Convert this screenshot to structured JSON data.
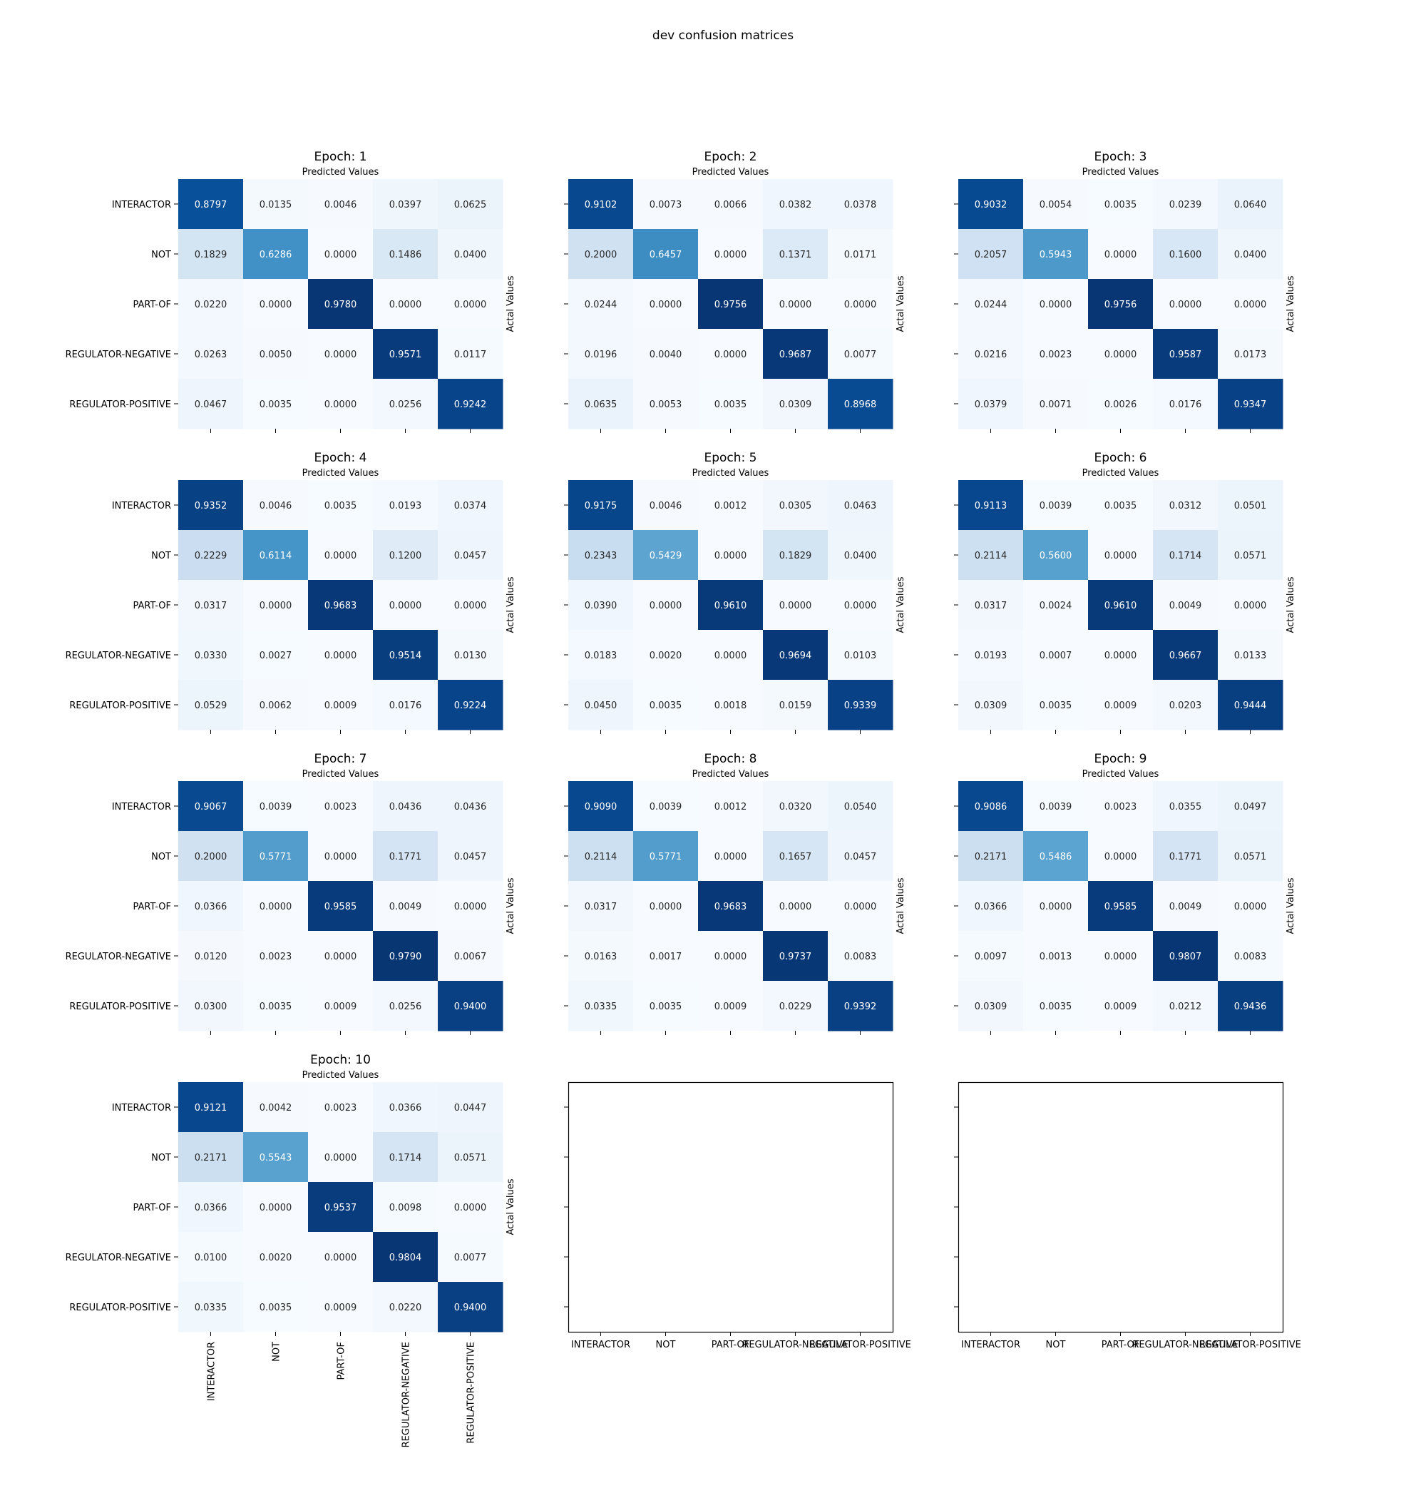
{
  "figure": {
    "title": "dev confusion matrices"
  },
  "chart_data": {
    "type": "heatmap",
    "subplot_title_prefix": "Epoch: ",
    "xlabel": "Predicted Values",
    "ylabel": "Actal Values",
    "labels": [
      "INTERACTOR",
      "NOT",
      "PART-OF",
      "REGULATOR-NEGATIVE",
      "REGULATOR-POSITIVE"
    ],
    "colormap": "Blues",
    "vmin": 0,
    "vmax": 1,
    "colors": {
      "low": "#f7fbff",
      "high": "#08306b"
    },
    "grid": "4x3",
    "matrices": [
      {
        "epoch": 1,
        "values": [
          [
            0.8797,
            0.0135,
            0.0046,
            0.0397,
            0.0625
          ],
          [
            0.1829,
            0.6286,
            0.0,
            0.1486,
            0.04
          ],
          [
            0.022,
            0.0,
            0.978,
            0.0,
            0.0
          ],
          [
            0.0263,
            0.005,
            0.0,
            0.9571,
            0.0117
          ],
          [
            0.0467,
            0.0035,
            0.0,
            0.0256,
            0.9242
          ]
        ]
      },
      {
        "epoch": 2,
        "values": [
          [
            0.9102,
            0.0073,
            0.0066,
            0.0382,
            0.0378
          ],
          [
            0.2,
            0.6457,
            0.0,
            0.1371,
            0.0171
          ],
          [
            0.0244,
            0.0,
            0.9756,
            0.0,
            0.0
          ],
          [
            0.0196,
            0.004,
            0.0,
            0.9687,
            0.0077
          ],
          [
            0.0635,
            0.0053,
            0.0035,
            0.0309,
            0.8968
          ]
        ]
      },
      {
        "epoch": 3,
        "values": [
          [
            0.9032,
            0.0054,
            0.0035,
            0.0239,
            0.064
          ],
          [
            0.2057,
            0.5943,
            0.0,
            0.16,
            0.04
          ],
          [
            0.0244,
            0.0,
            0.9756,
            0.0,
            0.0
          ],
          [
            0.0216,
            0.0023,
            0.0,
            0.9587,
            0.0173
          ],
          [
            0.0379,
            0.0071,
            0.0026,
            0.0176,
            0.9347
          ]
        ]
      },
      {
        "epoch": 4,
        "values": [
          [
            0.9352,
            0.0046,
            0.0035,
            0.0193,
            0.0374
          ],
          [
            0.2229,
            0.6114,
            0.0,
            0.12,
            0.0457
          ],
          [
            0.0317,
            0.0,
            0.9683,
            0.0,
            0.0
          ],
          [
            0.033,
            0.0027,
            0.0,
            0.9514,
            0.013
          ],
          [
            0.0529,
            0.0062,
            0.0009,
            0.0176,
            0.9224
          ]
        ]
      },
      {
        "epoch": 5,
        "values": [
          [
            0.9175,
            0.0046,
            0.0012,
            0.0305,
            0.0463
          ],
          [
            0.2343,
            0.5429,
            0.0,
            0.1829,
            0.04
          ],
          [
            0.039,
            0.0,
            0.961,
            0.0,
            0.0
          ],
          [
            0.0183,
            0.002,
            0.0,
            0.9694,
            0.0103
          ],
          [
            0.045,
            0.0035,
            0.0018,
            0.0159,
            0.9339
          ]
        ]
      },
      {
        "epoch": 6,
        "values": [
          [
            0.9113,
            0.0039,
            0.0035,
            0.0312,
            0.0501
          ],
          [
            0.2114,
            0.56,
            0.0,
            0.1714,
            0.0571
          ],
          [
            0.0317,
            0.0024,
            0.961,
            0.0049,
            0.0
          ],
          [
            0.0193,
            0.0007,
            0.0,
            0.9667,
            0.0133
          ],
          [
            0.0309,
            0.0035,
            0.0009,
            0.0203,
            0.9444
          ]
        ]
      },
      {
        "epoch": 7,
        "values": [
          [
            0.9067,
            0.0039,
            0.0023,
            0.0436,
            0.0436
          ],
          [
            0.2,
            0.5771,
            0.0,
            0.1771,
            0.0457
          ],
          [
            0.0366,
            0.0,
            0.9585,
            0.0049,
            0.0
          ],
          [
            0.012,
            0.0023,
            0.0,
            0.979,
            0.0067
          ],
          [
            0.03,
            0.0035,
            0.0009,
            0.0256,
            0.94
          ]
        ]
      },
      {
        "epoch": 8,
        "values": [
          [
            0.909,
            0.0039,
            0.0012,
            0.032,
            0.054
          ],
          [
            0.2114,
            0.5771,
            0.0,
            0.1657,
            0.0457
          ],
          [
            0.0317,
            0.0,
            0.9683,
            0.0,
            0.0
          ],
          [
            0.0163,
            0.0017,
            0.0,
            0.9737,
            0.0083
          ],
          [
            0.0335,
            0.0035,
            0.0009,
            0.0229,
            0.9392
          ]
        ]
      },
      {
        "epoch": 9,
        "values": [
          [
            0.9086,
            0.0039,
            0.0023,
            0.0355,
            0.0497
          ],
          [
            0.2171,
            0.5486,
            0.0,
            0.1771,
            0.0571
          ],
          [
            0.0366,
            0.0,
            0.9585,
            0.0049,
            0.0
          ],
          [
            0.0097,
            0.0013,
            0.0,
            0.9807,
            0.0083
          ],
          [
            0.0309,
            0.0035,
            0.0009,
            0.0212,
            0.9436
          ]
        ]
      },
      {
        "epoch": 10,
        "values": [
          [
            0.9121,
            0.0042,
            0.0023,
            0.0366,
            0.0447
          ],
          [
            0.2171,
            0.5543,
            0.0,
            0.1714,
            0.0571
          ],
          [
            0.0366,
            0.0,
            0.9537,
            0.0098,
            0.0
          ],
          [
            0.01,
            0.002,
            0.0,
            0.9804,
            0.0077
          ],
          [
            0.0335,
            0.0035,
            0.0009,
            0.022,
            0.94
          ]
        ]
      }
    ],
    "empty_panels": 2
  }
}
